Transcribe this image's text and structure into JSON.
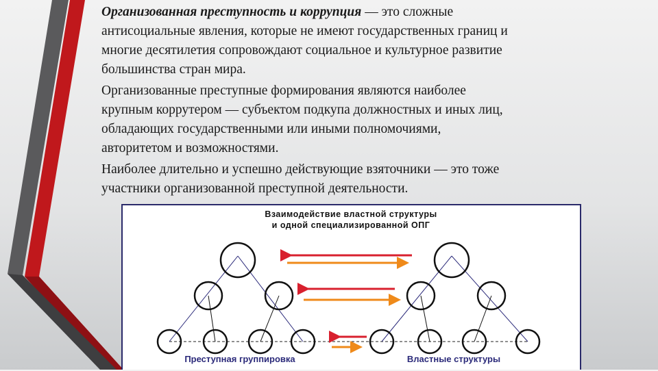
{
  "paragraphs": [
    {
      "lines": [
        {
          "bold_italic": "Организованная преступность и коррупция",
          "rest": " — это сложные"
        },
        {
          "text": "антисоциальные явления, которые не имеют государственных границ и"
        },
        {
          "text": "многие десятилетия сопровождают социальное и культурное развитие"
        },
        {
          "text": "большинства стран мира."
        }
      ]
    },
    {
      "lines": [
        {
          "text": "Организованные преступные формирования являются наиболее"
        },
        {
          "text": "крупным коррутером — субъектом подкупа должностных и иных лиц,"
        },
        {
          "text": "обладающих государственными или иными полномочиями,"
        },
        {
          "text": "авторитетом и возможностями."
        }
      ]
    },
    {
      "lines": [
        {
          "text": "Наиболее длительно и успешно действующие взяточники — это тоже"
        },
        {
          "text": "участники организованной преступной деятельности."
        }
      ]
    }
  ],
  "diagram": {
    "title_line1": "Взаимодействие  властной  структуры",
    "title_line2": "и  одной специализированной  ОПГ",
    "left_label": "Преступная группировка",
    "right_label": "Властные структуры",
    "colors": {
      "red_arrow": "#d8202e",
      "orange_arrow": "#ef8a1a",
      "label": "#2b2a7a"
    }
  }
}
